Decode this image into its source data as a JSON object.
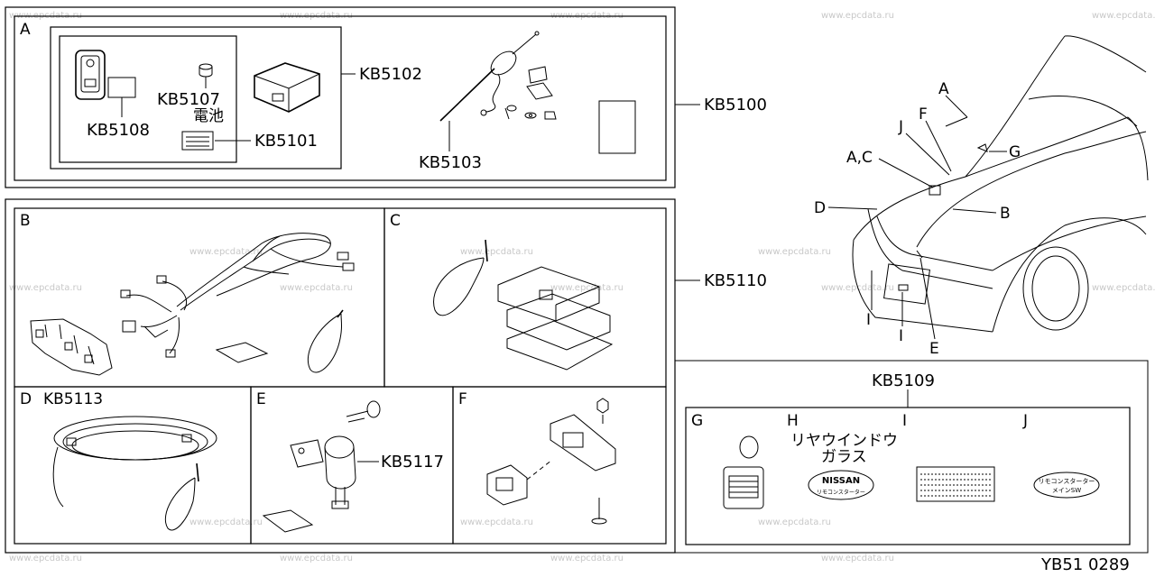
{
  "watermark": "www.epcdata.ru",
  "diagram_code": "YB51 0289",
  "sections": {
    "A": {
      "letter": "A",
      "part_numbers": {
        "kb5102": "KB5102",
        "kb5107": "KB5107",
        "kb5108": "KB5108",
        "kb5101": "KB5101",
        "kb5103": "KB5103",
        "kb5100": "KB5100"
      },
      "battery_label": "電池"
    },
    "B": {
      "letter": "B",
      "part_number": "KB5110"
    },
    "C": {
      "letter": "C"
    },
    "D": {
      "letter": "D",
      "part_number": "KB5113"
    },
    "E": {
      "letter": "E",
      "part_number": "KB5117"
    },
    "F": {
      "letter": "F"
    },
    "labels_group": {
      "part_number": "KB5109",
      "letters": {
        "g": "G",
        "h": "H",
        "i": "I",
        "j": "J"
      },
      "h_caption_line1": "リヤウインドウ",
      "h_caption_line2": "ガラス",
      "nissan_badge": "NISSAN",
      "nissan_badge_sub": "リモコンスターター",
      "j_label_line1": "リモコンスターター",
      "j_label_line2": "メインSW"
    }
  },
  "car_callouts": {
    "a": "A",
    "ac": "A,C",
    "b": "B",
    "d": "D",
    "e": "E",
    "f": "F",
    "g": "G",
    "i1": "I",
    "i2": "I",
    "j": "J"
  }
}
